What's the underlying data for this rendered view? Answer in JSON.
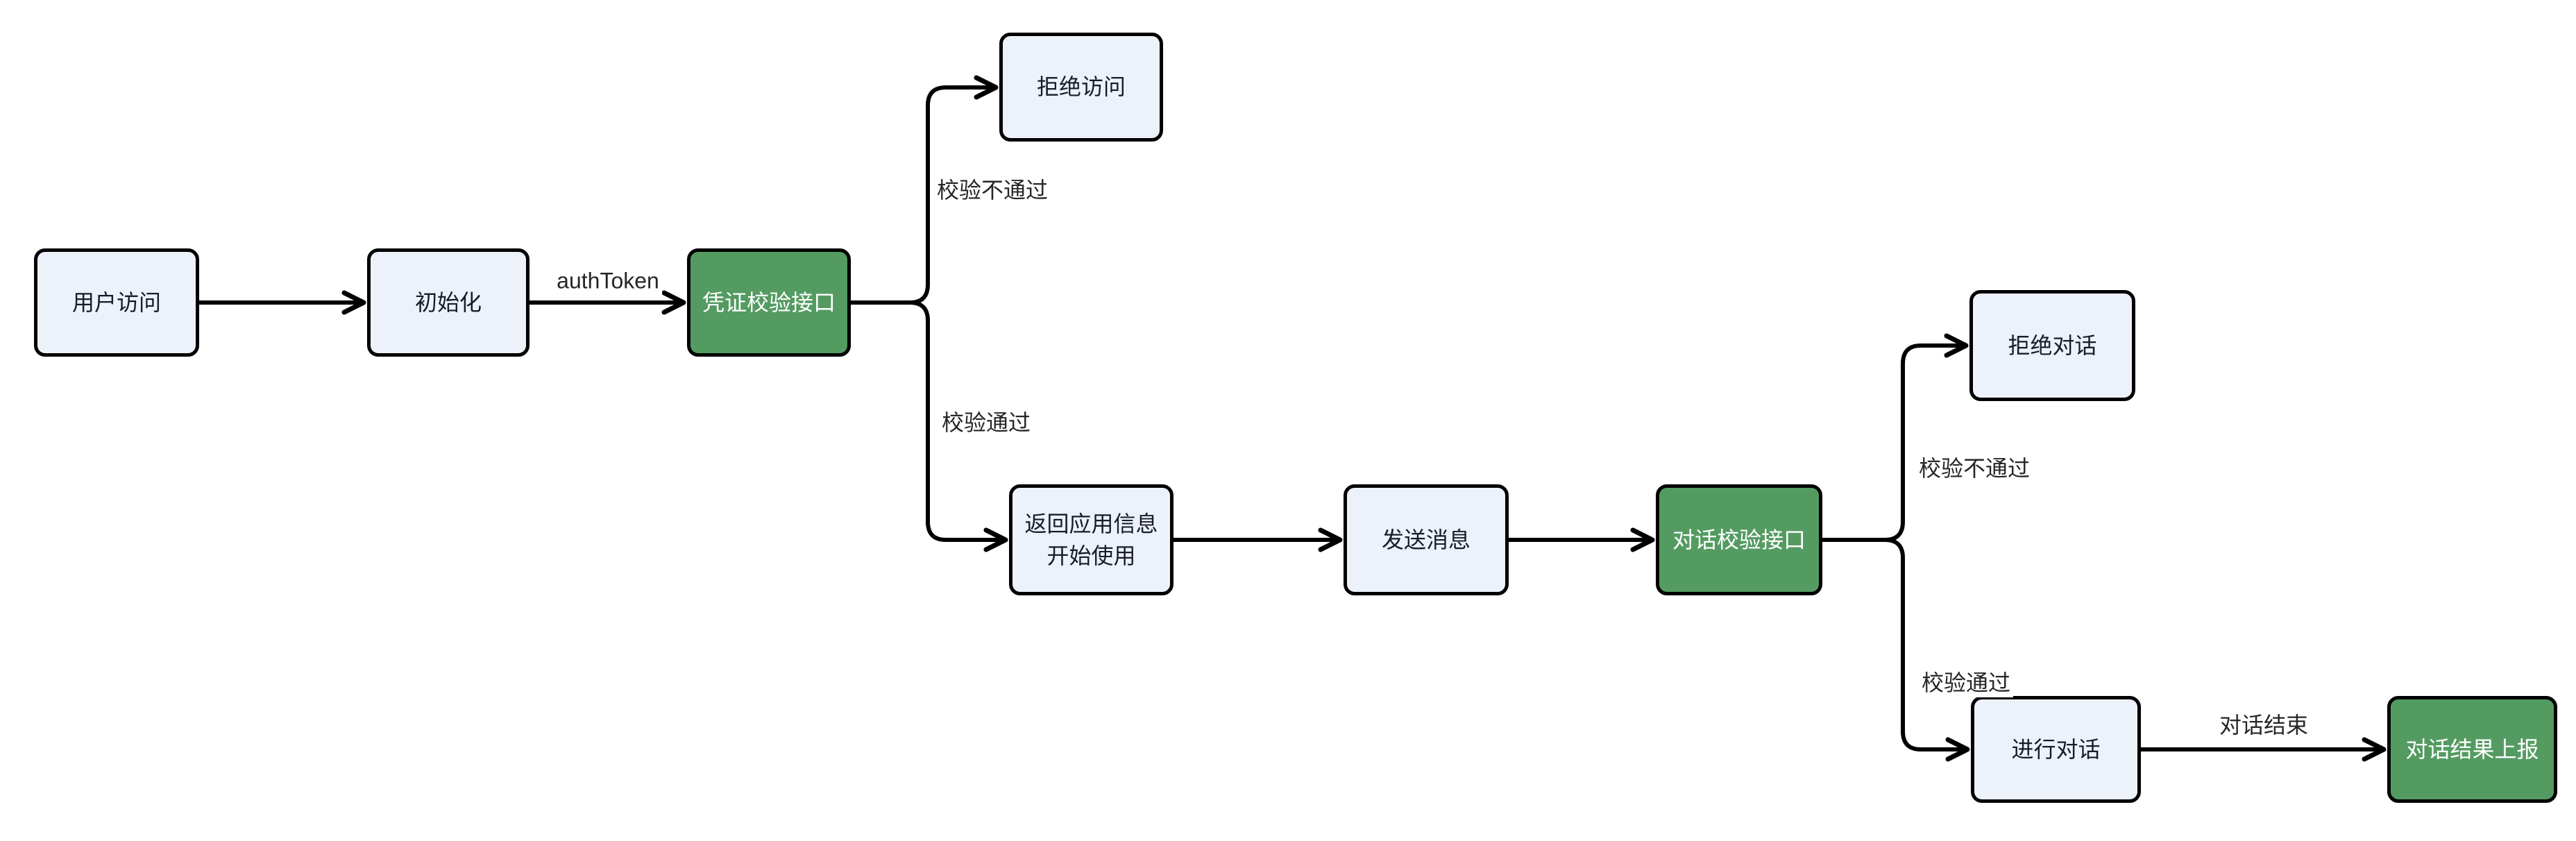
{
  "diagram": {
    "colors": {
      "background_color": "#ffffff",
      "node_fill": "#edf1fa",
      "accent_fill": "#549b62",
      "node_border": "#000000",
      "node_text": "#171c27",
      "accent_text": "#ffffff",
      "edge_color": "#000000",
      "edge_label_color": "#262626"
    },
    "nodes": [
      {
        "id": "user-access",
        "label": "用户访问",
        "variant": "default"
      },
      {
        "id": "init",
        "label": "初始化",
        "variant": "default"
      },
      {
        "id": "credential-check-api",
        "label": "凭证校验接口",
        "variant": "accent"
      },
      {
        "id": "reject-access",
        "label": "拒绝访问",
        "variant": "default"
      },
      {
        "id": "return-app-info",
        "label": "返回应用信息\n开始使用",
        "variant": "default"
      },
      {
        "id": "send-message",
        "label": "发送消息",
        "variant": "default"
      },
      {
        "id": "dialog-check-api",
        "label": "对话校验接口",
        "variant": "accent"
      },
      {
        "id": "reject-dialog",
        "label": "拒绝对话",
        "variant": "default"
      },
      {
        "id": "conduct-dialog",
        "label": "进行对话",
        "variant": "default"
      },
      {
        "id": "dialog-result-report",
        "label": "对话结果上报",
        "variant": "accent"
      }
    ],
    "edge_labels": [
      {
        "id": "auth-token",
        "text": "authToken"
      },
      {
        "id": "check-fail-1",
        "text": "校验不通过"
      },
      {
        "id": "check-pass-1",
        "text": "校验通过"
      },
      {
        "id": "check-fail-2",
        "text": "校验不通过"
      },
      {
        "id": "check-pass-2",
        "text": "校验通过"
      },
      {
        "id": "dialog-end",
        "text": "对话结束"
      }
    ]
  }
}
